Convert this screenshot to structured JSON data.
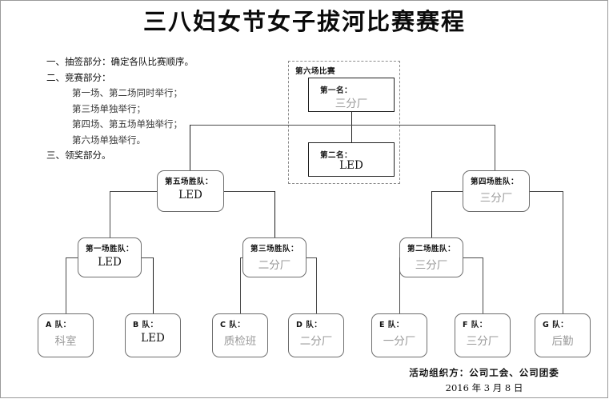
{
  "document": {
    "title": "三八妇女节女子拔河比赛赛程"
  },
  "notes": [
    {
      "text": "一、抽签部分：确定各队比赛顺序。",
      "indent": false
    },
    {
      "text": "二、竞赛部分：",
      "indent": false
    },
    {
      "text": "第一场、第二场同时举行；",
      "indent": true
    },
    {
      "text": "第三场单独举行；",
      "indent": true
    },
    {
      "text": "第四场、第五场单独举行；",
      "indent": true
    },
    {
      "text": "第六场单独举行。",
      "indent": true
    },
    {
      "text": "三、领奖部分。",
      "indent": false
    }
  ],
  "final_group": {
    "group_title": "第六场比赛",
    "first": {
      "label": "第一名：",
      "value": "三分厂"
    },
    "second": {
      "label": "第二名：",
      "value": "LED"
    }
  },
  "round_semifinal": [
    {
      "label": "第五场胜队：",
      "value": "LED"
    },
    {
      "label": "第四场胜队：",
      "value": "三分厂"
    }
  ],
  "round_quarter": [
    {
      "label": "第一场胜队：",
      "value": "LED"
    },
    {
      "label": "第三场胜队：",
      "value": "二分厂"
    },
    {
      "label": "第二场胜队：",
      "value": "三分厂"
    }
  ],
  "teams": [
    {
      "label": "A 队：",
      "value": "科室"
    },
    {
      "label": "B 队：",
      "value": "LED"
    },
    {
      "label": "C 队：",
      "value": "质检班"
    },
    {
      "label": "D 队：",
      "value": "二分厂"
    },
    {
      "label": "E 队：",
      "value": "一分厂"
    },
    {
      "label": "F 队：",
      "value": "三分厂"
    },
    {
      "label": "G 队：",
      "value": "后勤"
    }
  ],
  "footer": {
    "organizer": "活动组织方：公司工会、公司团委",
    "date": "2016 年 3 月 8 日"
  },
  "colors": {
    "line": "#4a4a4a",
    "box_border": "#6e6e6e",
    "final_border": "#222222",
    "dashed_border": "#8c8c8c",
    "value_grey": "#9a9a9a",
    "text": "#111111"
  }
}
